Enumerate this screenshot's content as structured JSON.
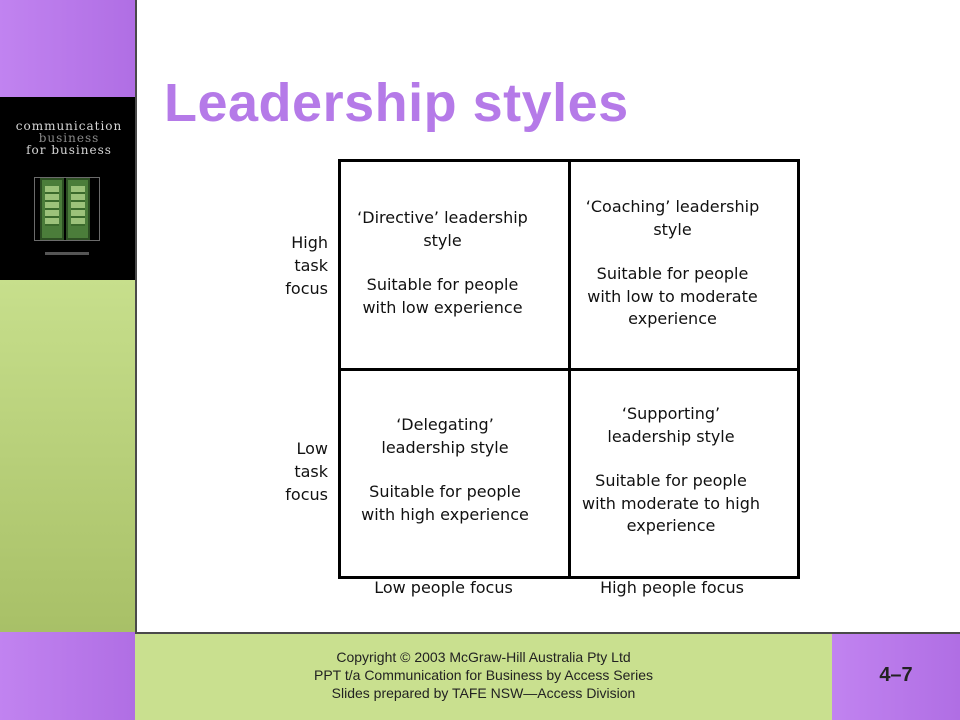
{
  "sidebar": {
    "cover_title_lines": [
      "communication",
      "business",
      "for business"
    ]
  },
  "slide": {
    "title": "Leadership styles"
  },
  "matrix": {
    "rows": [
      {
        "label_lines": [
          "High",
          "task",
          "focus"
        ]
      },
      {
        "label_lines": [
          "Low",
          "task",
          "focus"
        ]
      }
    ],
    "columns": [
      "Low people focus",
      "High people focus"
    ],
    "cells": {
      "top_left": {
        "style_lines": [
          "‘Directive’ leadership",
          "style"
        ],
        "desc_lines": [
          "Suitable for people",
          "with low experience"
        ]
      },
      "top_right": {
        "style_lines": [
          "‘Coaching’ leadership",
          "style"
        ],
        "desc_lines": [
          "Suitable for people",
          "with low to moderate",
          "experience"
        ]
      },
      "bottom_left": {
        "style_lines": [
          "‘Delegating’",
          "leadership style"
        ],
        "desc_lines": [
          "Suitable for people",
          "with high experience"
        ]
      },
      "bottom_right": {
        "style_lines": [
          "‘Supporting’",
          "leadership style"
        ],
        "desc_lines": [
          "Suitable for people",
          "with moderate to high",
          "experience"
        ]
      }
    }
  },
  "footer": {
    "copyright_lines": [
      "Copyright © 2003 McGraw-Hill Australia Pty Ltd",
      "PPT t/a Communication for Business by Access Series",
      "Slides prepared by TAFE NSW—Access Division"
    ],
    "slide_number": "4–7"
  },
  "colors": {
    "title": "#b57ae8",
    "purple_panel": "#b06ee4",
    "green_panel": "#c9e08f"
  }
}
